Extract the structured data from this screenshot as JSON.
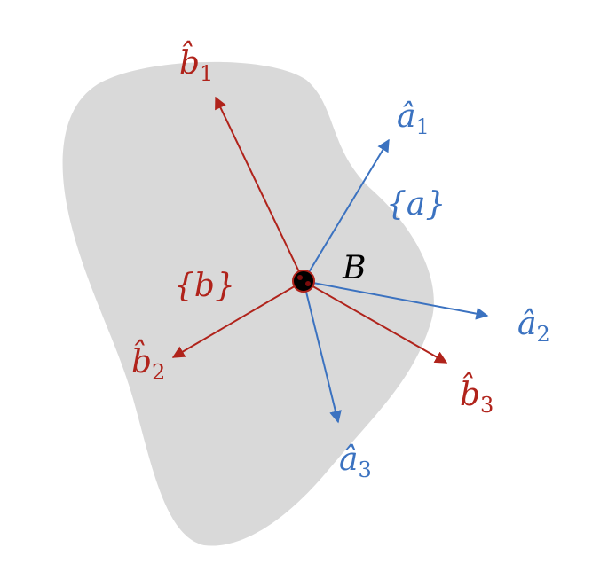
{
  "colors": {
    "body_fill": "#d9d9d9",
    "frame_a": "#3b72c0",
    "frame_b": "#b0231b",
    "origin_dot": "#000000",
    "text": "#000000"
  },
  "labels": {
    "frame_a": "{a}",
    "frame_b": "{b}",
    "body": "B",
    "a1": {
      "base": "â",
      "sub": "1"
    },
    "a2": {
      "base": "â",
      "sub": "2"
    },
    "a3": {
      "base": "â",
      "sub": "3"
    },
    "b1": {
      "base": "b̂",
      "sub": "1"
    },
    "b2": {
      "base": "b̂",
      "sub": "2"
    },
    "b3": {
      "base": "b̂",
      "sub": "3"
    }
  }
}
